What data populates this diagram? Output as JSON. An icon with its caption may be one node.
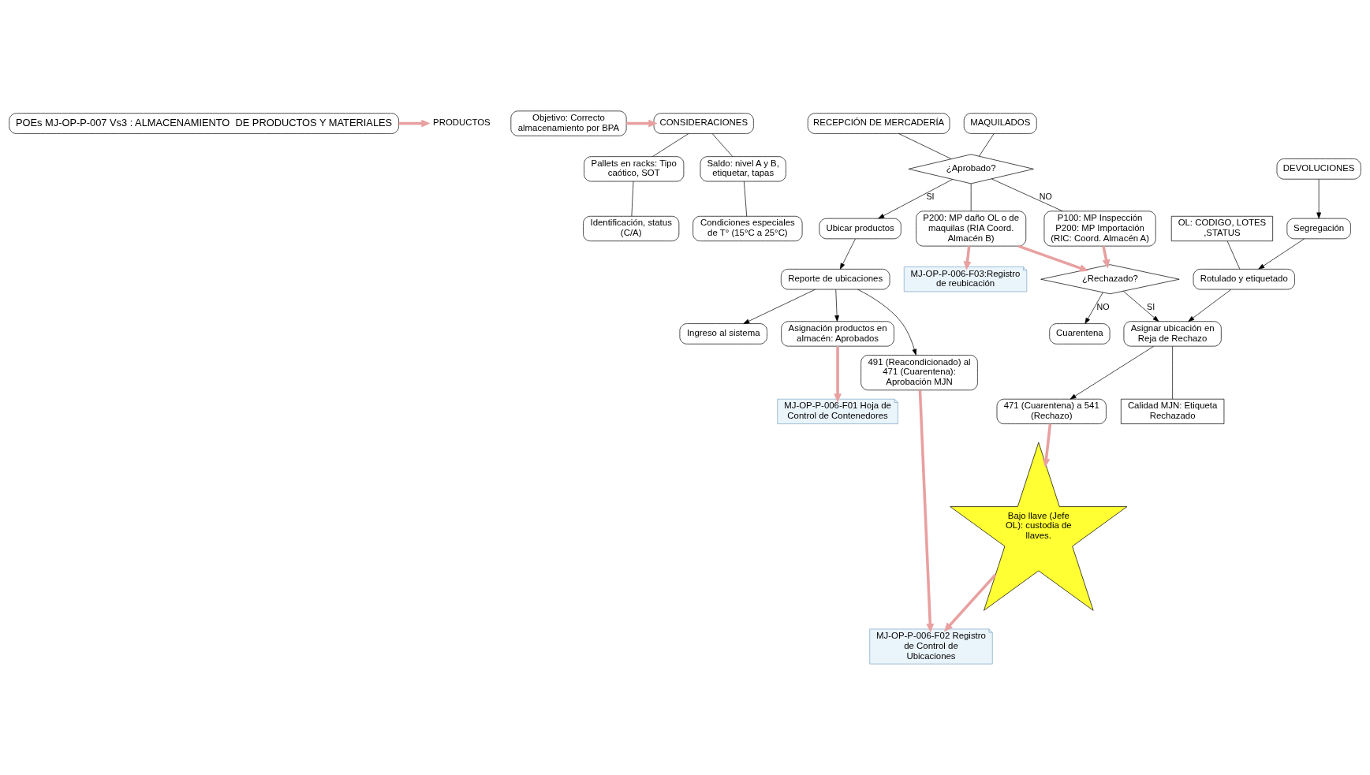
{
  "diagram": {
    "nodes": [
      {
        "text": [
          "POEs MJ-OP-P-007 Vs3 : ALMACENAMIENTO  DE PRODUCTOS Y MATERIALES"
        ]
      },
      {
        "text": [
          "PRODUCTOS"
        ]
      },
      {
        "text": [
          "Objetivo: Correcto almacenamiento por BPA"
        ]
      },
      {
        "text": [
          "CONSIDERACIONES"
        ]
      },
      {
        "text": [
          "Pallets en racks: Tipo caótico, SOT"
        ]
      },
      {
        "text": [
          "Identificación, status (C/A)"
        ]
      },
      {
        "text": [
          "Saldo: nivel A y B, etiquetar, tapas"
        ]
      },
      {
        "text": [
          "Condiciones especiales de T° (15°C a 25°C)"
        ]
      },
      {
        "text": [
          "RECEPCIÓN DE MERCADERÍA"
        ]
      },
      {
        "text": [
          "MAQUILADOS"
        ]
      },
      {
        "text": [
          "¿Aprobado?"
        ]
      },
      {
        "text": [
          "Ubicar productos"
        ]
      },
      {
        "text": [
          "Reporte de ubicaciones"
        ]
      },
      {
        "text": [
          "Ingreso al sistema"
        ]
      },
      {
        "text": [
          "Asignación productos en almacén: Aprobados"
        ]
      },
      {
        "text": [
          "MJ-OP-P-006-F01 Hoja de Control de Contenedores"
        ]
      },
      {
        "text": [
          "P100: MP Inspección P200: MP Importación (RIC: Coord. Almacén A)"
        ]
      },
      {
        "text": [
          "P200: MP daño OL o de maquilas (RIA Coord. Almacén B)"
        ]
      },
      {
        "text": [
          "MJ-OP-P-006-F03:Registro de reubicación"
        ]
      },
      {
        "text": [
          "491 (Reacondicionado) al 471 (Cuarentena): Aprobación MJN"
        ]
      },
      {
        "text": [
          "MJ-OP-P-006-F02 Registro de Control de Ubicaciones"
        ]
      },
      {
        "text": [
          "¿Rechazado?"
        ]
      },
      {
        "text": [
          "Asignar ubicación en Reja de Rechazo"
        ]
      },
      {
        "text": [
          "471 (Cuarentena) a 541 (Rechazo)"
        ]
      },
      {
        "text": [
          "Cuarentena"
        ]
      },
      {
        "text": [
          "Calidad MJN: Etiqueta Rechazado"
        ]
      },
      {
        "text": [
          "Bajo llave (Jefe OL): custodia de llaves."
        ]
      },
      {
        "text": [
          "DEVOLUCIONES"
        ]
      },
      {
        "text": [
          "OL: CODIGO, LOTES ,STATUS"
        ]
      },
      {
        "text": [
          "Segregación"
        ]
      },
      {
        "text": [
          "Rotulado y etiquetado"
        ]
      }
    ],
    "edges": [
      {
        "from": 0,
        "to": 1,
        "arrow": "to",
        "style": "thick",
        "color": "#e8a0a0"
      },
      {
        "from": 2,
        "to": 3,
        "arrow": "to",
        "style": "thick",
        "color": "#e8a0a0"
      },
      {
        "from": 3,
        "to": 4,
        "arrow": "none"
      },
      {
        "from": 3,
        "to": 6,
        "arrow": "none"
      },
      {
        "from": 4,
        "to": 5,
        "arrow": "none"
      },
      {
        "from": 6,
        "to": 7,
        "arrow": "none"
      },
      {
        "from": 8,
        "to": 10,
        "arrow": "none"
      },
      {
        "from": 9,
        "to": 10,
        "arrow": "none"
      },
      {
        "from": 10,
        "to": 11,
        "arrow": "to",
        "label": "SI"
      },
      {
        "from": 11,
        "to": 12,
        "arrow": "to"
      },
      {
        "from": 12,
        "to": 13,
        "arrow": "to"
      },
      {
        "from": 12,
        "to": 14,
        "arrow": "to"
      },
      {
        "from": 12,
        "to": 19,
        "arrow": "to"
      },
      {
        "from": 14,
        "to": 15,
        "arrow": "to",
        "style": "thick",
        "color": "#e8a0a0"
      },
      {
        "from": 10,
        "to": 16,
        "arrow": "none",
        "label": "NO"
      },
      {
        "from": 10,
        "to": 17,
        "arrow": "none"
      },
      {
        "from": 17,
        "to": 18,
        "arrow": "to",
        "style": "thick",
        "color": "#e8a0a0"
      },
      {
        "from": 19,
        "to": 20,
        "arrow": "to",
        "style": "thick",
        "color": "#e8a0a0"
      },
      {
        "from": 16,
        "to": 21,
        "arrow": "to",
        "style": "thick",
        "color": "#e8a0a0"
      },
      {
        "from": 17,
        "to": 21,
        "arrow": "to",
        "style": "thick",
        "color": "#e8a0a0"
      },
      {
        "from": 21,
        "to": 22,
        "arrow": "to",
        "label": "SI"
      },
      {
        "from": 21,
        "to": 24,
        "arrow": "to",
        "label": "NO"
      },
      {
        "from": 22,
        "to": 23,
        "arrow": "to"
      },
      {
        "from": 22,
        "to": 25,
        "arrow": "none"
      },
      {
        "from": 23,
        "to": 26,
        "arrow": "to",
        "style": "thick",
        "color": "#e8a0a0"
      },
      {
        "from": 26,
        "to": 20,
        "arrow": "to",
        "style": "thick",
        "color": "#e8a0a0"
      },
      {
        "from": 27,
        "to": 29,
        "arrow": "to"
      },
      {
        "from": 29,
        "to": 30,
        "arrow": "to"
      },
      {
        "from": 28,
        "to": 30,
        "arrow": "none"
      },
      {
        "from": 30,
        "to": 22,
        "arrow": "to"
      }
    ]
  }
}
